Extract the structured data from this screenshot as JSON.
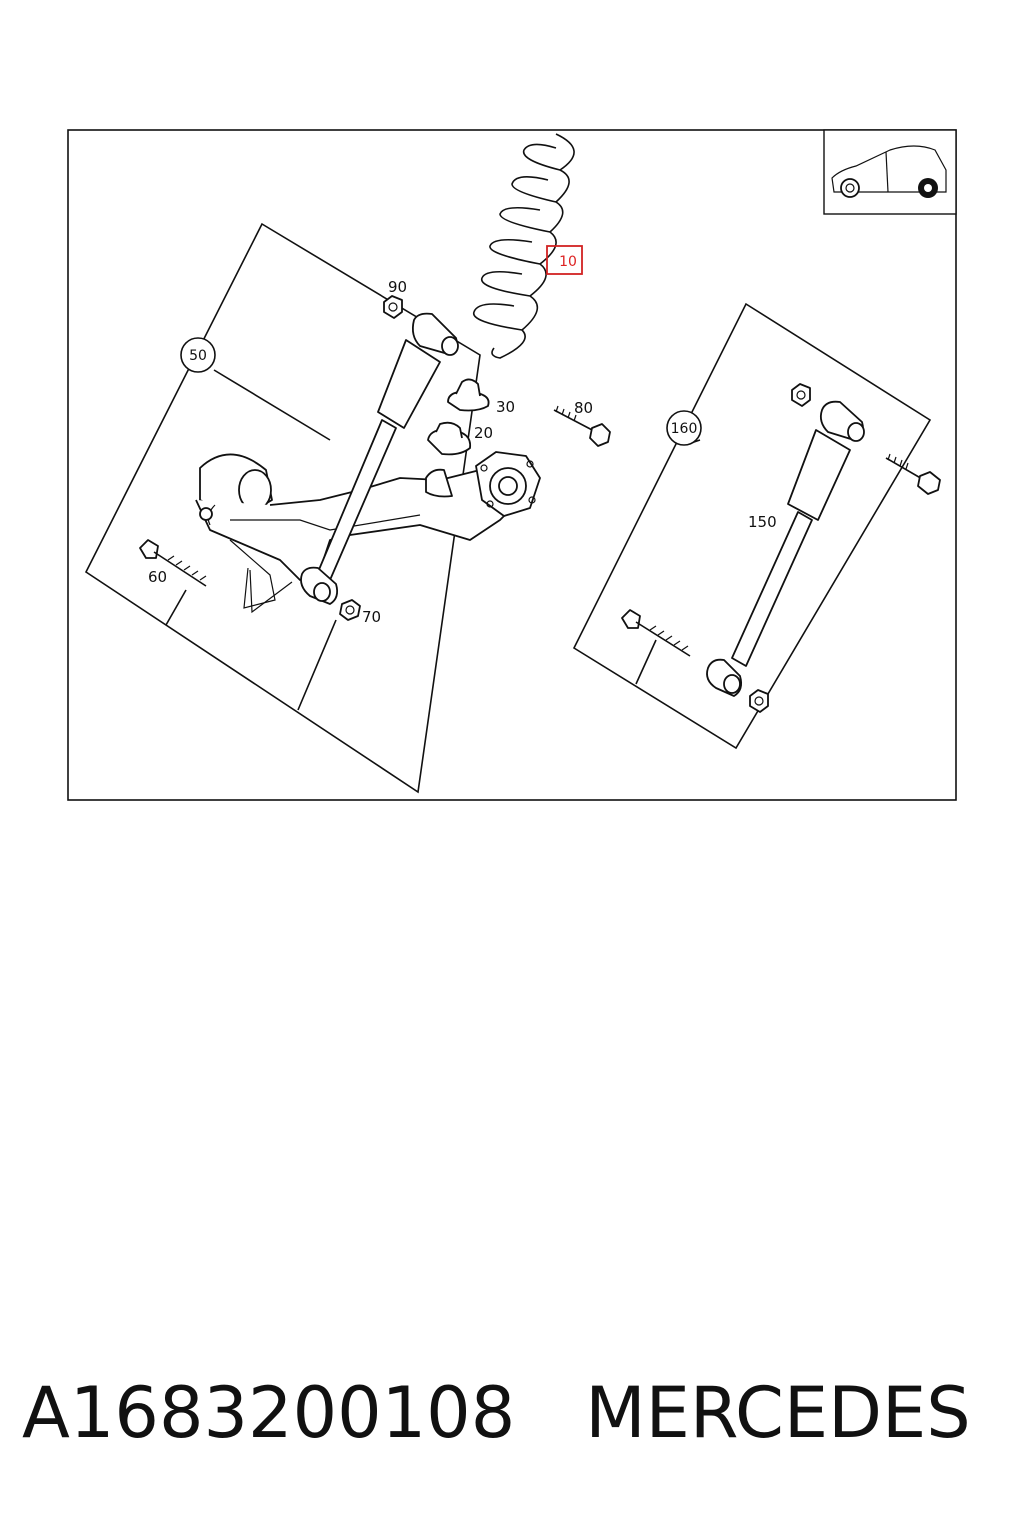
{
  "diagram": {
    "callouts": {
      "c10": "10",
      "c20": "20",
      "c30": "30",
      "c50": "50",
      "c60": "60",
      "c70": "70",
      "c80": "80",
      "c90": "90",
      "c150": "150",
      "c160": "160"
    },
    "highlight_color": "#d22222"
  },
  "caption": {
    "part_number": "A1683200108",
    "brand": "MERCEDES"
  }
}
